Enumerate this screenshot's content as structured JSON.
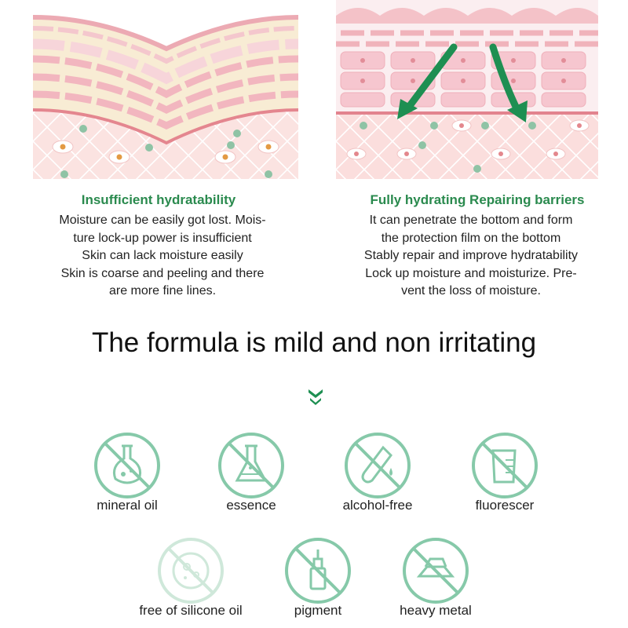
{
  "left_panel": {
    "heading": "Insufficient hydratability",
    "lines": [
      "Moisture can be easily got lost. Mois-",
      "ture lock-up power is insufficient",
      "Skin can lack moisture easily",
      "Skin is coarse and peeling and there",
      "are more fine lines."
    ]
  },
  "right_panel": {
    "heading": "Fully hydrating Repairing barriers",
    "lines": [
      "It can penetrate the bottom and form",
      "the protection film on the bottom",
      "Stably repair and improve hydratability",
      "Lock up moisture and moisturize. Pre-",
      "vent the loss of moisture."
    ]
  },
  "title": "The formula is mild and non irritating",
  "badges": [
    {
      "label": "mineral oil",
      "icon": "flask-icon"
    },
    {
      "label": "essence",
      "icon": "beaker-icon"
    },
    {
      "label": "alcohol-free",
      "icon": "test-tube-icon"
    },
    {
      "label": "fluorescer",
      "icon": "measuring-cup-icon"
    },
    {
      "label": "free of silicone oil",
      "icon": "petri-dish-icon"
    },
    {
      "label": "pigment",
      "icon": "dropper-bottle-icon"
    },
    {
      "label": "heavy metal",
      "icon": "metal-bars-icon"
    }
  ],
  "colors": {
    "accent_green": "#2a8a4e",
    "icon_green": "#86c9a9",
    "skin_pink": "#f3c9cd",
    "skin_cream": "#f8ecd4"
  }
}
